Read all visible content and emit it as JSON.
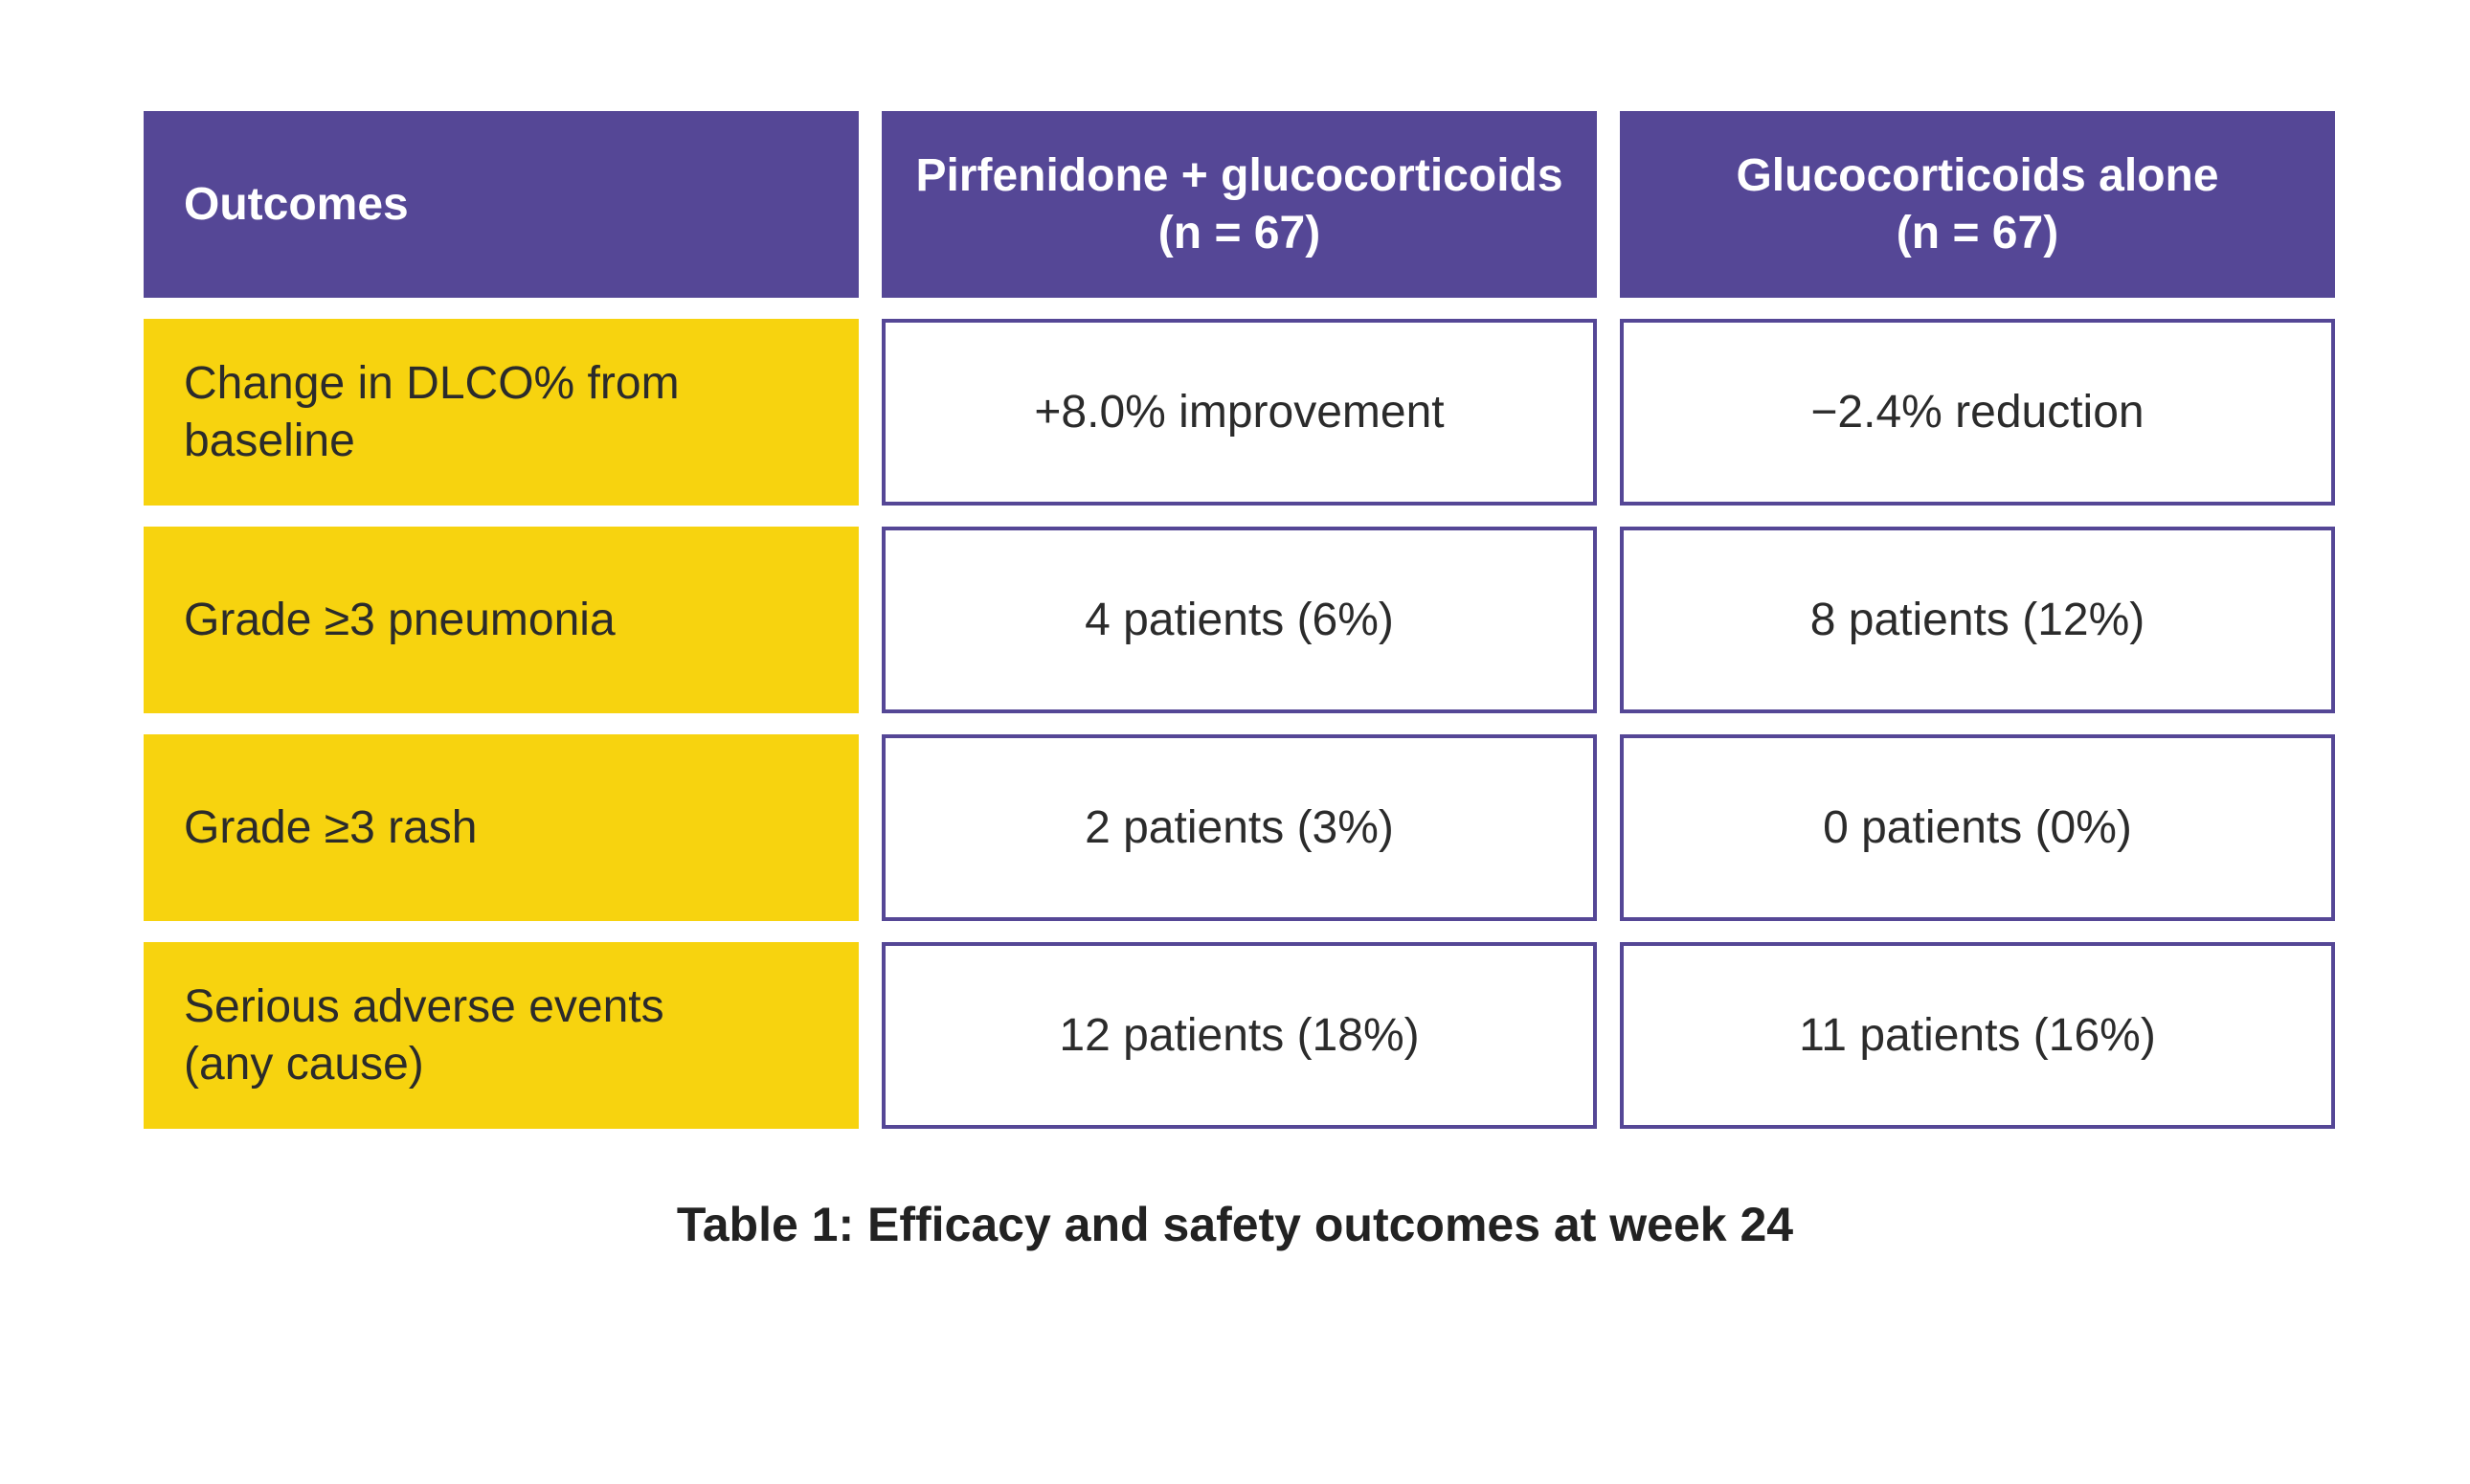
{
  "table": {
    "headers": {
      "outcomes": "Outcomes",
      "col1_line1": "Pirfenidone + glucocorticoids",
      "col1_line2": "(n = 67)",
      "col2_line1": "Glucocorticoids alone",
      "col2_line2": "(n = 67)"
    },
    "rows": [
      {
        "outcome": "Change in DLCO% from baseline",
        "pirfenidone": "+8.0% improvement",
        "glucocorticoids": "−2.4% reduction"
      },
      {
        "outcome": "Grade ≥3 pneumonia",
        "pirfenidone": "4 patients (6%)",
        "glucocorticoids": "8 patients (12%)"
      },
      {
        "outcome": "Grade ≥3 rash",
        "pirfenidone": "2 patients (3%)",
        "glucocorticoids": "0 patients (0%)"
      },
      {
        "outcome": "Serious adverse events (any cause)",
        "pirfenidone": "12 patients (18%)",
        "glucocorticoids": "11 patients (16%)"
      }
    ]
  },
  "caption": "Table 1: Efficacy and safety outcomes at week 24",
  "colors": {
    "header_bg": "#554796",
    "label_bg": "#f7d30f",
    "border": "#554796"
  }
}
